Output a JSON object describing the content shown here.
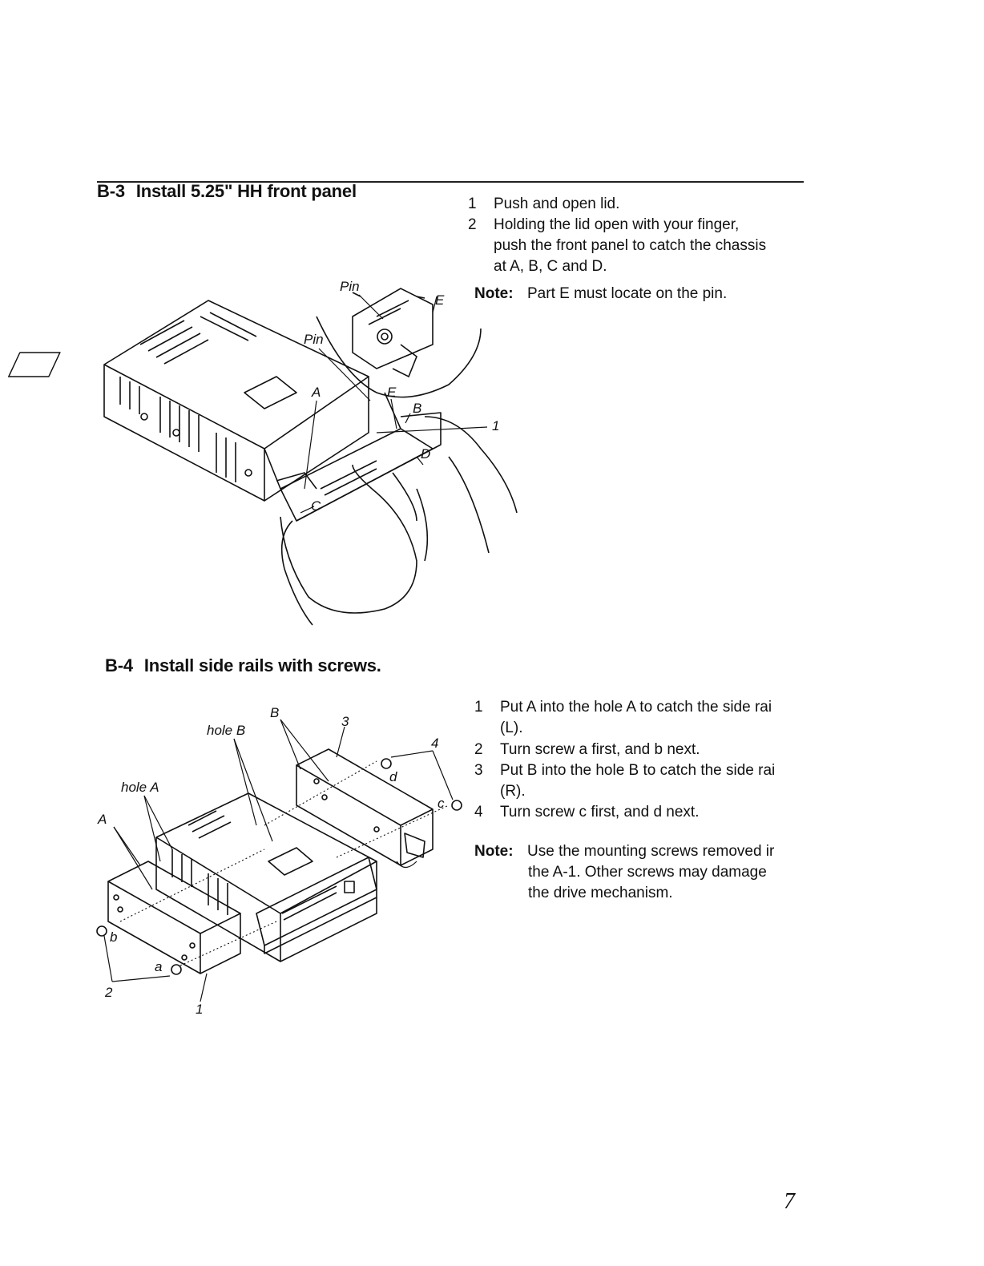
{
  "sections": [
    {
      "number": "B-3",
      "title": "Install 5.25\" HH front panel",
      "steps": [
        {
          "n": "1",
          "text": "Push and open lid."
        },
        {
          "n": "2",
          "lines": [
            "Holding the lid open with your finger,",
            "push the front panel to catch the chassis",
            "at A, B, C and D."
          ]
        }
      ],
      "note": {
        "label": "Note:",
        "text": "Part E must locate on the pin."
      },
      "figure_labels": {
        "pin_top": "Pin",
        "pin_mid": "Pin",
        "e_top": "E",
        "e_mid": "E",
        "a": "A",
        "b": "B",
        "c": "C",
        "d": "D",
        "callout_1": "1"
      }
    },
    {
      "number": "B-4",
      "title": "Install side rails with screws.",
      "steps": [
        {
          "n": "1",
          "lines": [
            "Put A into the hole A to catch the side rai",
            "(L)."
          ]
        },
        {
          "n": "2",
          "text": "Turn screw a first, and b next."
        },
        {
          "n": "3",
          "lines": [
            "Put B into the hole B to catch the side rai",
            "(R)."
          ]
        },
        {
          "n": "4",
          "text": "Turn screw c first, and d next."
        }
      ],
      "note": {
        "label": "Note:",
        "lines": [
          "Use the mounting screws removed ir",
          "the A-1. Other screws may damage",
          "the drive mechanism."
        ]
      },
      "figure_labels": {
        "hole_b": "hole B",
        "hole_a": "hole A",
        "b_upper": "B",
        "a_left": "A",
        "callout_3": "3",
        "callout_4": "4",
        "d": "d",
        "c": "c",
        "b_screw": "b",
        "a_screw": "a",
        "callout_2": "2",
        "callout_1": "1"
      }
    }
  ],
  "page_number": "7"
}
